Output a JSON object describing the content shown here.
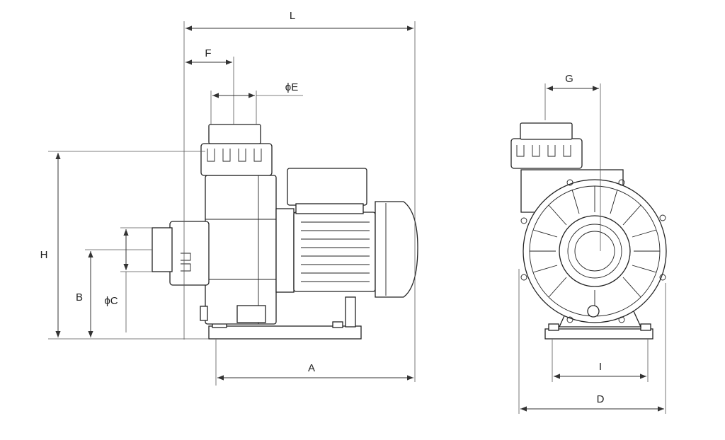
{
  "diagram": {
    "labels": {
      "L": "L",
      "F": "F",
      "E": "ϕE",
      "H": "H",
      "B": "B",
      "C": "ϕC",
      "A": "A",
      "G": "G",
      "I": "I",
      "D": "D"
    },
    "colors": {
      "line": "#222222",
      "background": "#ffffff"
    }
  }
}
